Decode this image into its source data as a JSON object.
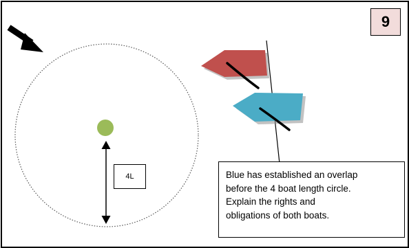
{
  "slide": {
    "number": "9"
  },
  "circle": {
    "length_label": "4L"
  },
  "boats": [
    {
      "name": "red-boat",
      "color": "#c0504d"
    },
    {
      "name": "blue-boat",
      "color": "#4bacc6"
    }
  ],
  "mark": {
    "color": "#9bbb59"
  },
  "question": {
    "lines": [
      "Blue has established an overlap",
      "before the 4 boat length circle.",
      "Explain the rights and",
      "obligations of both boats."
    ]
  }
}
